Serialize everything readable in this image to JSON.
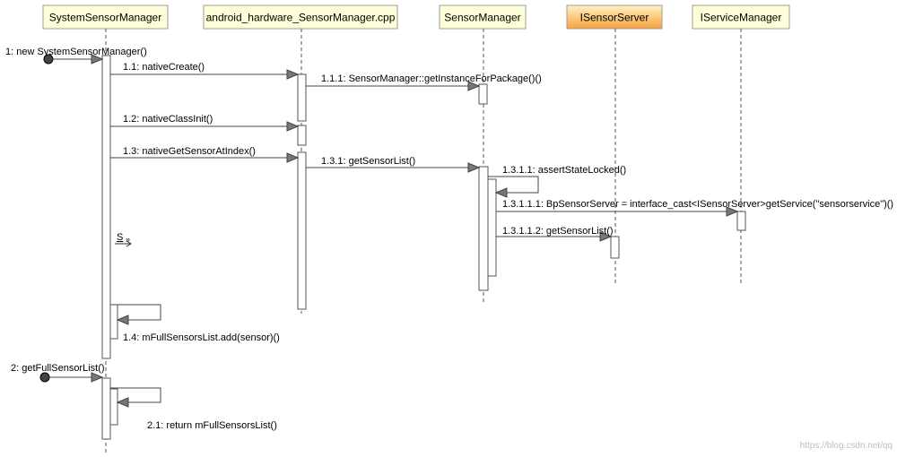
{
  "colors": {
    "participant_fill": "#fefed8",
    "participant_border": "#9c9c9c",
    "highlight_fill_top": "#fff2c4",
    "highlight_fill_bottom": "#f7a13d",
    "activation_gradient_end": "#8080e0"
  },
  "participants": [
    {
      "id": "ssm",
      "label": "SystemSensorManager",
      "highlight": false
    },
    {
      "id": "jni",
      "label": "android_hardware_SensorManager.cpp",
      "highlight": false
    },
    {
      "id": "sm",
      "label": "SensorManager",
      "highlight": false
    },
    {
      "id": "iss",
      "label": "ISensorServer",
      "highlight": true
    },
    {
      "id": "isvm",
      "label": "IServiceManager",
      "highlight": false
    }
  ],
  "messages": [
    {
      "label": "1: new SystemSensorManager()",
      "from": "start",
      "to": "ssm",
      "kind": "found"
    },
    {
      "label": "1.1: nativeCreate()",
      "from": "ssm",
      "to": "jni"
    },
    {
      "label": "1.1.1: SensorManager::getInstanceForPackage()()",
      "from": "jni",
      "to": "sm"
    },
    {
      "label": "1.2: nativeClassInit()",
      "from": "ssm",
      "to": "jni"
    },
    {
      "label": "1.3: nativeGetSensorAtIndex()",
      "from": "ssm",
      "to": "jni"
    },
    {
      "label": "1.3.1: getSensorList()",
      "from": "jni",
      "to": "sm"
    },
    {
      "label": "1.3.1.1: assertStateLocked()",
      "from": "sm",
      "to": "sm",
      "kind": "self"
    },
    {
      "label": "1.3.1.1.1: BpSensorServer = interface_cast<ISensorServer>getService(\"sensorservice\")()",
      "from": "sm",
      "to": "isvm"
    },
    {
      "label": "1.3.1.1.2: getSensorList()",
      "from": "sm",
      "to": "iss"
    },
    {
      "label": "1.4: mFullSensorsList.add(sensor)()",
      "from": "ssm",
      "to": "ssm",
      "kind": "self"
    },
    {
      "label": "2: getFullSensorList()",
      "from": "start",
      "to": "ssm",
      "kind": "found"
    },
    {
      "label": "2.1: return mFullSensorsList()",
      "from": "ssm",
      "to": "ssm",
      "kind": "self"
    }
  ],
  "loop_marker": "S",
  "watermark": "https://blog.csdn.net/qq"
}
